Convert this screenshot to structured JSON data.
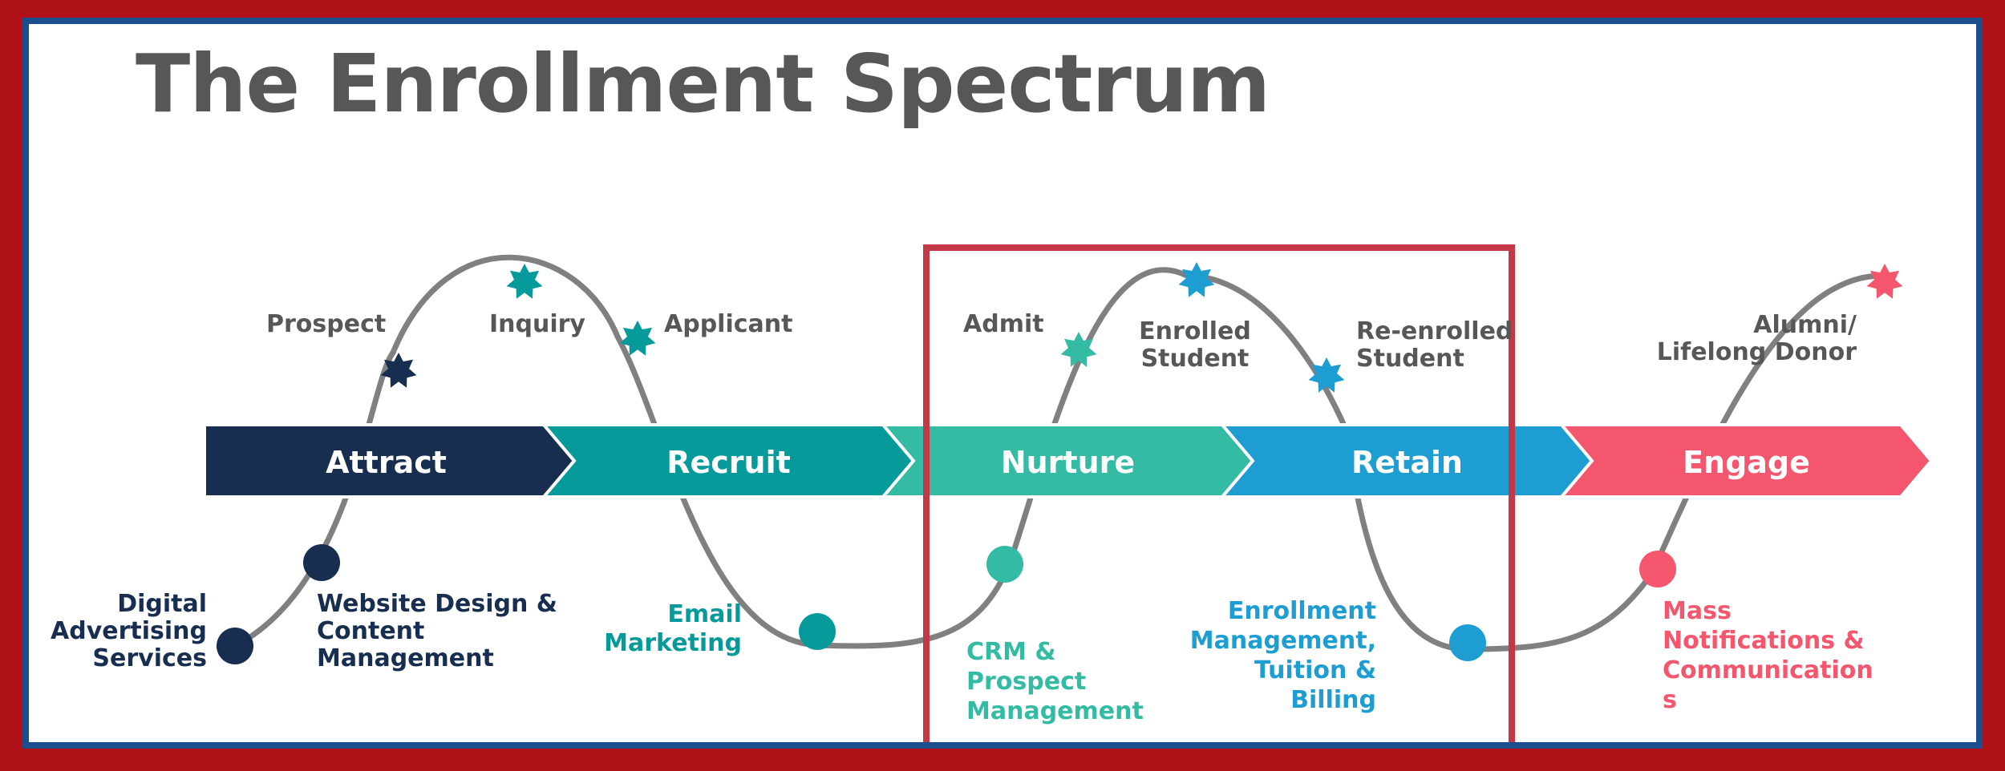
{
  "title": "The Enrollment Spectrum",
  "colors": {
    "attract": "#172e50",
    "recruit": "#069a9a",
    "nurture": "#34bba4",
    "retain": "#1d9dd1",
    "engage": "#f4566d",
    "curve": "#808080",
    "highlight": "#c43745",
    "border_outer": "#b01117",
    "border_inner": "#1b4e8f"
  },
  "stages": [
    {
      "label": "Attract"
    },
    {
      "label": "Recruit"
    },
    {
      "label": "Nurture"
    },
    {
      "label": "Retain"
    },
    {
      "label": "Engage"
    }
  ],
  "milestones": {
    "prospect": [
      "Prospect"
    ],
    "inquiry": [
      "Inquiry"
    ],
    "applicant": [
      "Applicant"
    ],
    "admit": [
      "Admit"
    ],
    "enrolled": [
      "Enrolled",
      "Student"
    ],
    "reenrolled": [
      "Re-enrolled",
      "Student"
    ],
    "alumni": [
      "Alumni/",
      "Lifelong Donor"
    ]
  },
  "services": {
    "digital": [
      "Digital",
      "Advertising",
      "Services"
    ],
    "website": [
      "Website Design &",
      "Content",
      "Management"
    ],
    "email": [
      "Email",
      "Marketing"
    ],
    "crm": [
      "CRM &",
      "Prospect",
      "Management"
    ],
    "enrollment": [
      "Enrollment",
      "Management,",
      "Tuition &",
      "Billing"
    ],
    "mass": [
      "Mass",
      "Notifications &",
      "Communication",
      "s"
    ]
  }
}
